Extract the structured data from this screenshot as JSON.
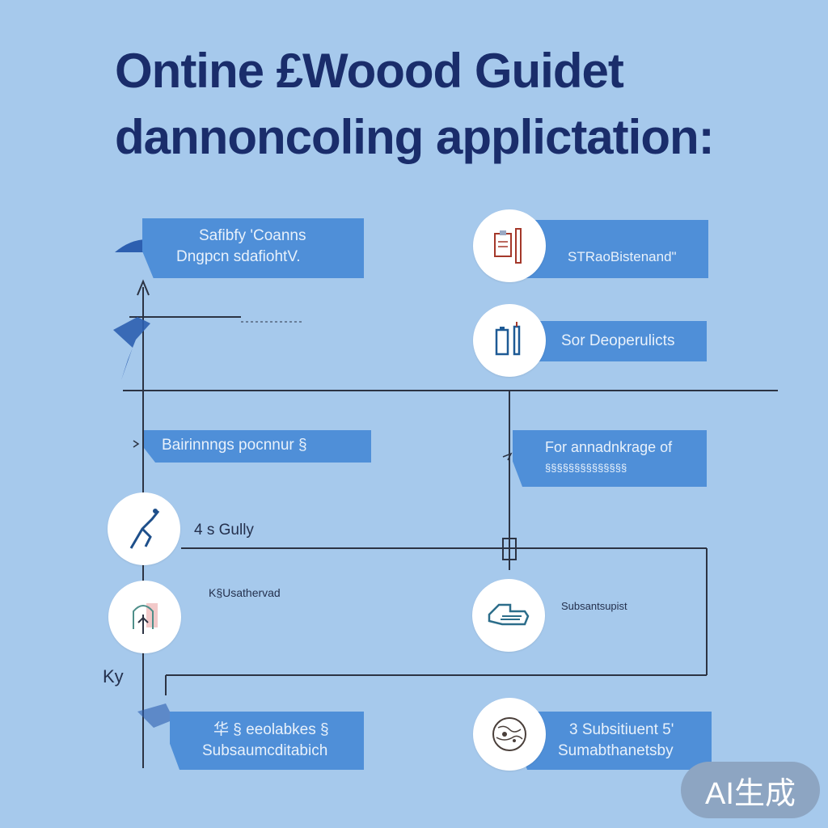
{
  "title": {
    "line1": "Ontine £Woood Guidet",
    "line2": "dannoncoling applictation:"
  },
  "boxes": [
    {
      "line1": "Safibfy 'Coanns",
      "line2": "Dngpcn sdafiohtV."
    },
    {
      "line1": "STRaoBistenand\""
    },
    {
      "line1": "Sor Deoperulicts"
    },
    {
      "line1": "Bairinnngs pocnnur §"
    },
    {
      "line1": "For annadnkrage of",
      "line2": "§§§§§§§§§§§§§§"
    },
    {
      "line1": "华 § eeolabkes §",
      "line2": "Subsaumcditabich"
    },
    {
      "line1": "3 Subsitiuent 5'",
      "line2": "Sumabthanetsby"
    }
  ],
  "labels": {
    "gully": "4 s Gully",
    "usathervad": "K§Usathervad",
    "subsantsupist": "Subsantsupist",
    "ky": "Ky"
  },
  "badge": "AI生成",
  "colors": {
    "background": "#a6c9ec",
    "banner": "#4f8fd8",
    "title": "#1a2d6b",
    "line": "#2c3343"
  }
}
